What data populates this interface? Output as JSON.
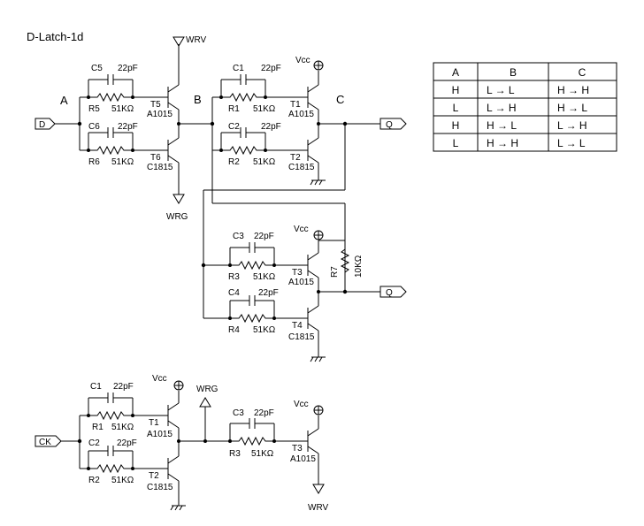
{
  "title": "D-Latch-1d",
  "table": {
    "headers": [
      "A",
      "B",
      "C"
    ],
    "rows": [
      [
        "H",
        "L → L",
        "H →  H"
      ],
      [
        "L",
        "L → H",
        "H →  L"
      ],
      [
        "H",
        "H → L",
        "L →  H"
      ],
      [
        "L",
        "H → H",
        "L →  L"
      ]
    ]
  },
  "nodes": {
    "a": "A",
    "b": "B",
    "c": "C"
  },
  "ports": {
    "d": "D",
    "q": "Q",
    "qbar": "Q",
    "ck": "CK"
  },
  "rails": {
    "wrv_top": "WRV",
    "wrg_top": "WRG",
    "wrg_bottom": "WRG",
    "wrv_bottom": "WRV",
    "vcc": "Vcc"
  },
  "components": {
    "c5": "C5",
    "c6": "C6",
    "r5": "R5",
    "r6": "R6",
    "t5": "T5",
    "t6": "T6",
    "a1015": "A1015",
    "c1815": "C1815",
    "c1": "C1",
    "c2": "C2",
    "c3": "C3",
    "c4": "C4",
    "r1": "R1",
    "r2": "R2",
    "r3": "R3",
    "r4": "R4",
    "r7": "R7",
    "t1": "T1",
    "t2": "T2",
    "t3": "T3",
    "t4": "T4",
    "cap_value": "22pF",
    "res_value": "51KΩ",
    "r7_value": "10KΩ"
  }
}
